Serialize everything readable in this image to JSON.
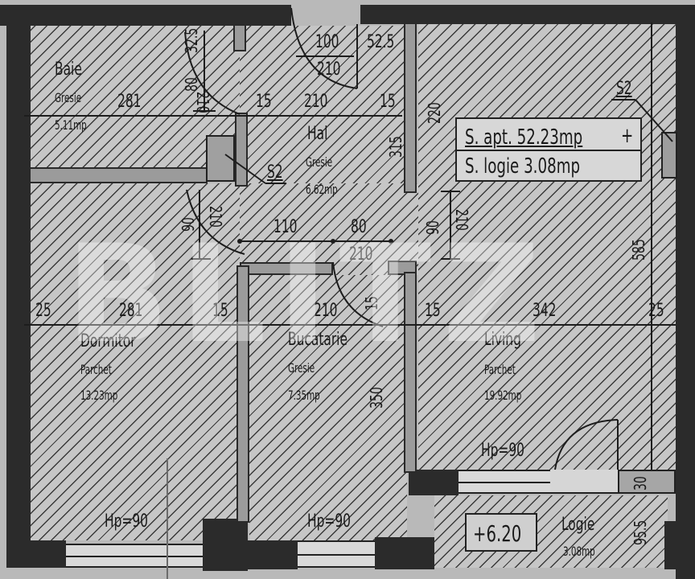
{
  "plan": {
    "summary": {
      "apartment_area": "S. apt. 52.23mp",
      "plus_sign": "+",
      "loggia_area": "S. logie 3.08mp"
    },
    "rooms": [
      {
        "id": "baie",
        "name": "Baie",
        "floor": "Gresie",
        "area": "5.11mp"
      },
      {
        "id": "hal",
        "name": "Hal",
        "floor": "Gresie",
        "area": "6.62mp"
      },
      {
        "id": "dormitor",
        "name": "Dormitor",
        "floor": "Parchet",
        "area": "13.23mp"
      },
      {
        "id": "bucatarie",
        "name": "Bucatarie",
        "floor": "Gresie",
        "area": "7.35mp"
      },
      {
        "id": "living",
        "name": "Living",
        "floor": "Parchet",
        "area": "19.92mp"
      },
      {
        "id": "logie",
        "name": "Logie",
        "floor": "",
        "area": "3.08mp"
      }
    ],
    "elevation_label": "+6.20",
    "sill_heights": {
      "dormitor": "Hp=90",
      "bucatarie": "Hp=90",
      "living": "Hp=90"
    },
    "duct_labels": {
      "hal": "S2",
      "living": "S2"
    },
    "dimensions": {
      "baie_top_small": "32.5",
      "baie_door_w": "80",
      "baie_door_h": "210",
      "baie_width": "281",
      "entry_door_w": "100",
      "entry_door_h": "210",
      "entry_side": "52.5",
      "hal_left_wall": "15",
      "hal_width": "210",
      "hal_right_wall": "15",
      "hal_height": "315",
      "living_top_220": "220",
      "dormitor_door_w": "90",
      "dormitor_door_h": "210",
      "hal_seg_110": "110",
      "hal_seg_80": "80",
      "kitchen_door_h": "210",
      "living_door_w": "90",
      "living_door_h": "210",
      "living_height": "585",
      "wall_25_left": "25",
      "dormitor_width": "281",
      "wall_15_a": "15",
      "bucatarie_width": "210",
      "wall_15_b": "15",
      "wall_15_c": "15",
      "living_width": "342",
      "wall_25_right": "25",
      "bucatarie_height": "350",
      "logie_wall": "30",
      "logie_depth": "95.5"
    },
    "watermark": "BLITZ"
  }
}
